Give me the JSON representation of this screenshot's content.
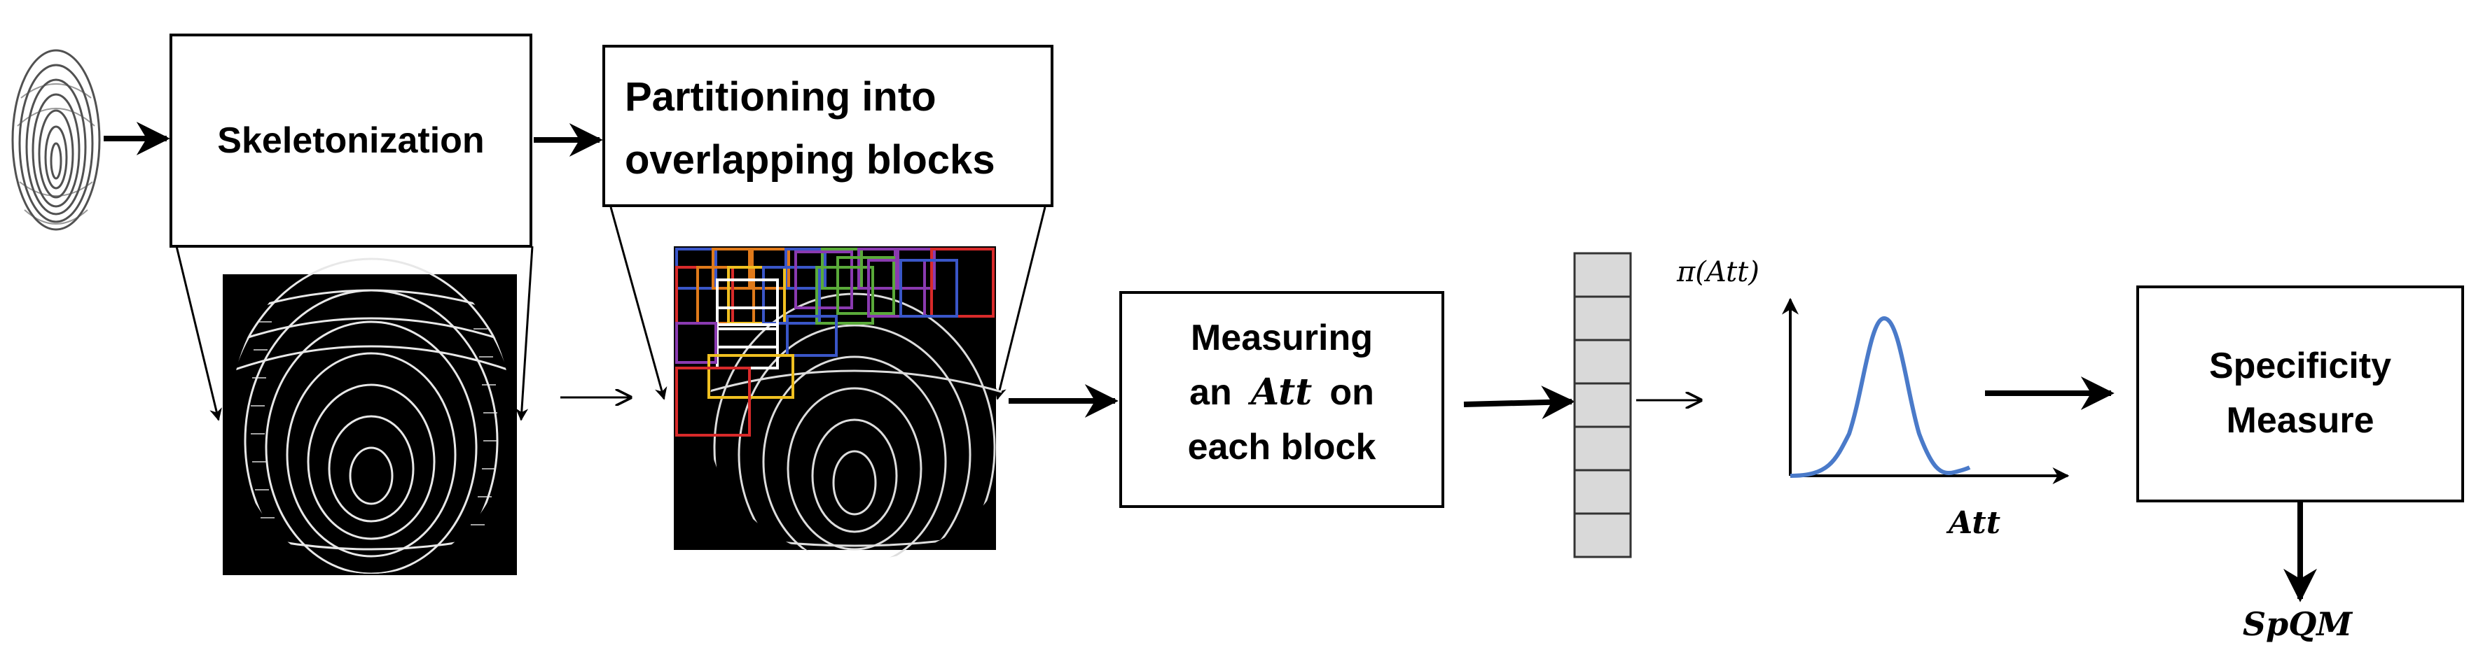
{
  "boxes": {
    "skeletonization": "Skeletonization",
    "partitioning_line1": "Partitioning into",
    "partitioning_line2": "overlapping blocks",
    "measuring_line1": "Measuring",
    "measuring_line2_prefix": "an",
    "measuring_att": "Att",
    "measuring_line2_suffix": "on",
    "measuring_line3": "each block",
    "specificity_line1": "Specificity",
    "specificity_line2": "Measure"
  },
  "plot": {
    "y_label": "π(Att)",
    "x_label": "Att"
  },
  "output_label": "SpQM",
  "colors": {
    "stroke": "#000000",
    "vector_fill": "#d9d9d9",
    "curve": "#4a7ac9",
    "skeleton_bg": "#000000",
    "skeleton_line": "#e8e8e8"
  },
  "icons": {
    "fingerprint": "fingerprint-icon",
    "skeleton": "skeleton-image",
    "blocks": "partitioned-blocks-image",
    "feature_vector": "feature-vector-icon"
  }
}
